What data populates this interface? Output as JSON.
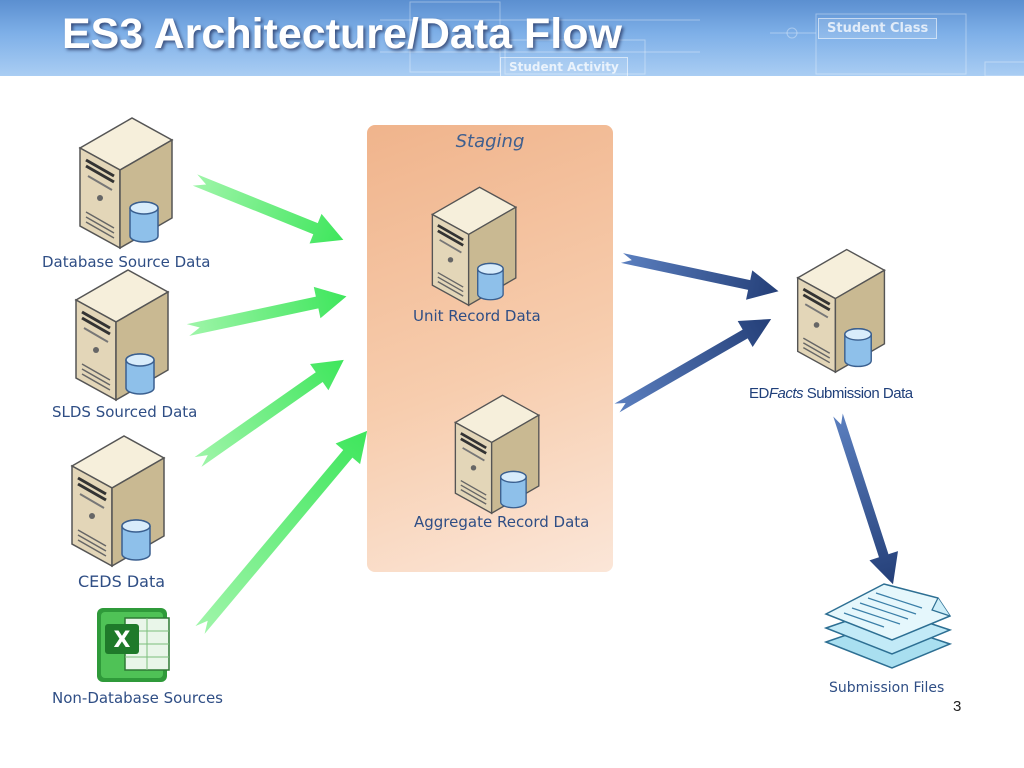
{
  "slide": {
    "title": "ES3 Architecture/Data Flow",
    "page_number": "3"
  },
  "header_decor": {
    "box1": "Student Class",
    "box2": "Student Activity"
  },
  "sources": [
    {
      "label": "Database Source Data",
      "icon": "server-database-icon"
    },
    {
      "label": "SLDS Sourced Data",
      "icon": "server-database-icon"
    },
    {
      "label": "CEDS Data",
      "icon": "server-database-icon"
    },
    {
      "label": "Non-Database Sources",
      "icon": "excel-icon"
    }
  ],
  "staging": {
    "title": "Staging",
    "nodes": [
      {
        "label": "Unit Record Data",
        "icon": "server-database-icon"
      },
      {
        "label": "Aggregate Record Data",
        "icon": "server-database-icon"
      }
    ]
  },
  "submission": {
    "label_prefix": "ED",
    "label_italic": "Facts",
    "label_suffix": " Submission Data",
    "icon": "server-database-icon"
  },
  "output": {
    "label": "Submission Files",
    "icon": "documents-stack-icon"
  },
  "colors": {
    "label_blue": "#2f4e85",
    "green_arrow": "#56e86f",
    "blue_arrow": "#2e4f8a",
    "staging_panel": "#f4c2a0"
  }
}
